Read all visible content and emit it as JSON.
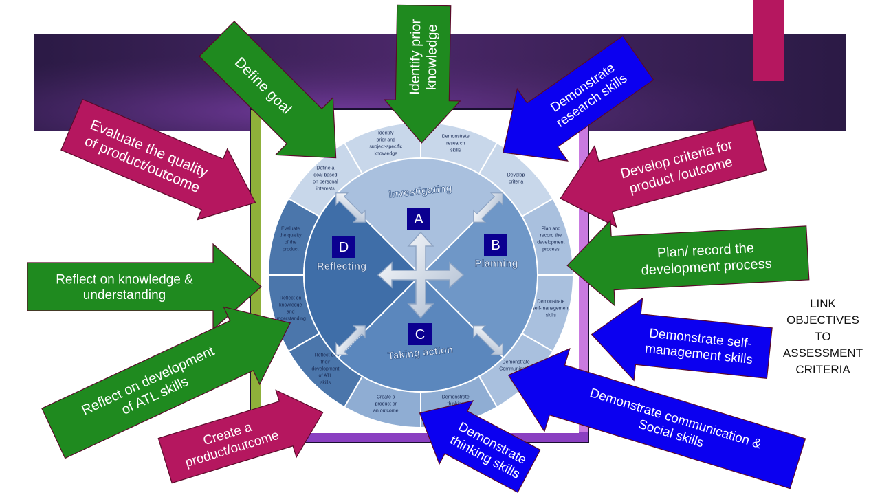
{
  "colors": {
    "banner_dark": "#2b1a45",
    "banner_purple": "#4a2768",
    "accent_bar": "#b5175f",
    "wheel_outer": "#b9cce6",
    "wheel_mid": "#5b87bd",
    "wheel_inner": "#3f6ea8",
    "green": "#1f8a1f",
    "magenta": "#b5175f",
    "blue": "#0b00f0"
  },
  "side_note": "LINK\nOBJECTIVES\nTO\nASSESSMENT\nCRITERIA",
  "wheel": {
    "center_icon": "four-way-arrow-icon",
    "quadrants": [
      {
        "title": "Investigating",
        "letter": "A"
      },
      {
        "title": "Planning",
        "letter": "B"
      },
      {
        "title": "Taking action",
        "letter": "C"
      },
      {
        "title": "Reflecting",
        "letter": "D"
      }
    ],
    "segments": [
      "Identify prior and subject-specific knowledge",
      "Demonstrate research skills",
      "Develop criteria",
      "Plan and record the development process",
      "Demonstrate self-management skills",
      "Demonstrate Communication skills",
      "Demonstrate thinking skills",
      "Create a product or an outcome",
      "Reflect on their development of ATL skills",
      "Reflect on knowledge and understanding",
      "Evaluate the quality of the product",
      "Define a goal based on personal interests"
    ]
  },
  "arrows": [
    {
      "lines": [
        "Identify prior",
        "knowledge"
      ],
      "color": "green"
    },
    {
      "lines": [
        "Define goal"
      ],
      "color": "green"
    },
    {
      "lines": [
        "Demonstrate",
        "research skills"
      ],
      "color": "blue"
    },
    {
      "lines": [
        "Evaluate the quality",
        "of product/outcome"
      ],
      "color": "magenta"
    },
    {
      "lines": [
        "Develop criteria for",
        "product /outcome"
      ],
      "color": "magenta"
    },
    {
      "lines": [
        "Plan/ record the",
        "development process"
      ],
      "color": "green"
    },
    {
      "lines": [
        "Reflect on knowledge &",
        "understanding"
      ],
      "color": "green"
    },
    {
      "lines": [
        "Demonstrate self-",
        "management skills"
      ],
      "color": "blue"
    },
    {
      "lines": [
        "Reflect on development",
        "of ATL skills"
      ],
      "color": "green"
    },
    {
      "lines": [
        "Demonstrate  communication &",
        "Social skills"
      ],
      "color": "blue"
    },
    {
      "lines": [
        "Create a",
        "product/outcome"
      ],
      "color": "magenta"
    },
    {
      "lines": [
        "Demonstrate",
        "thinking skills"
      ],
      "color": "blue"
    }
  ]
}
